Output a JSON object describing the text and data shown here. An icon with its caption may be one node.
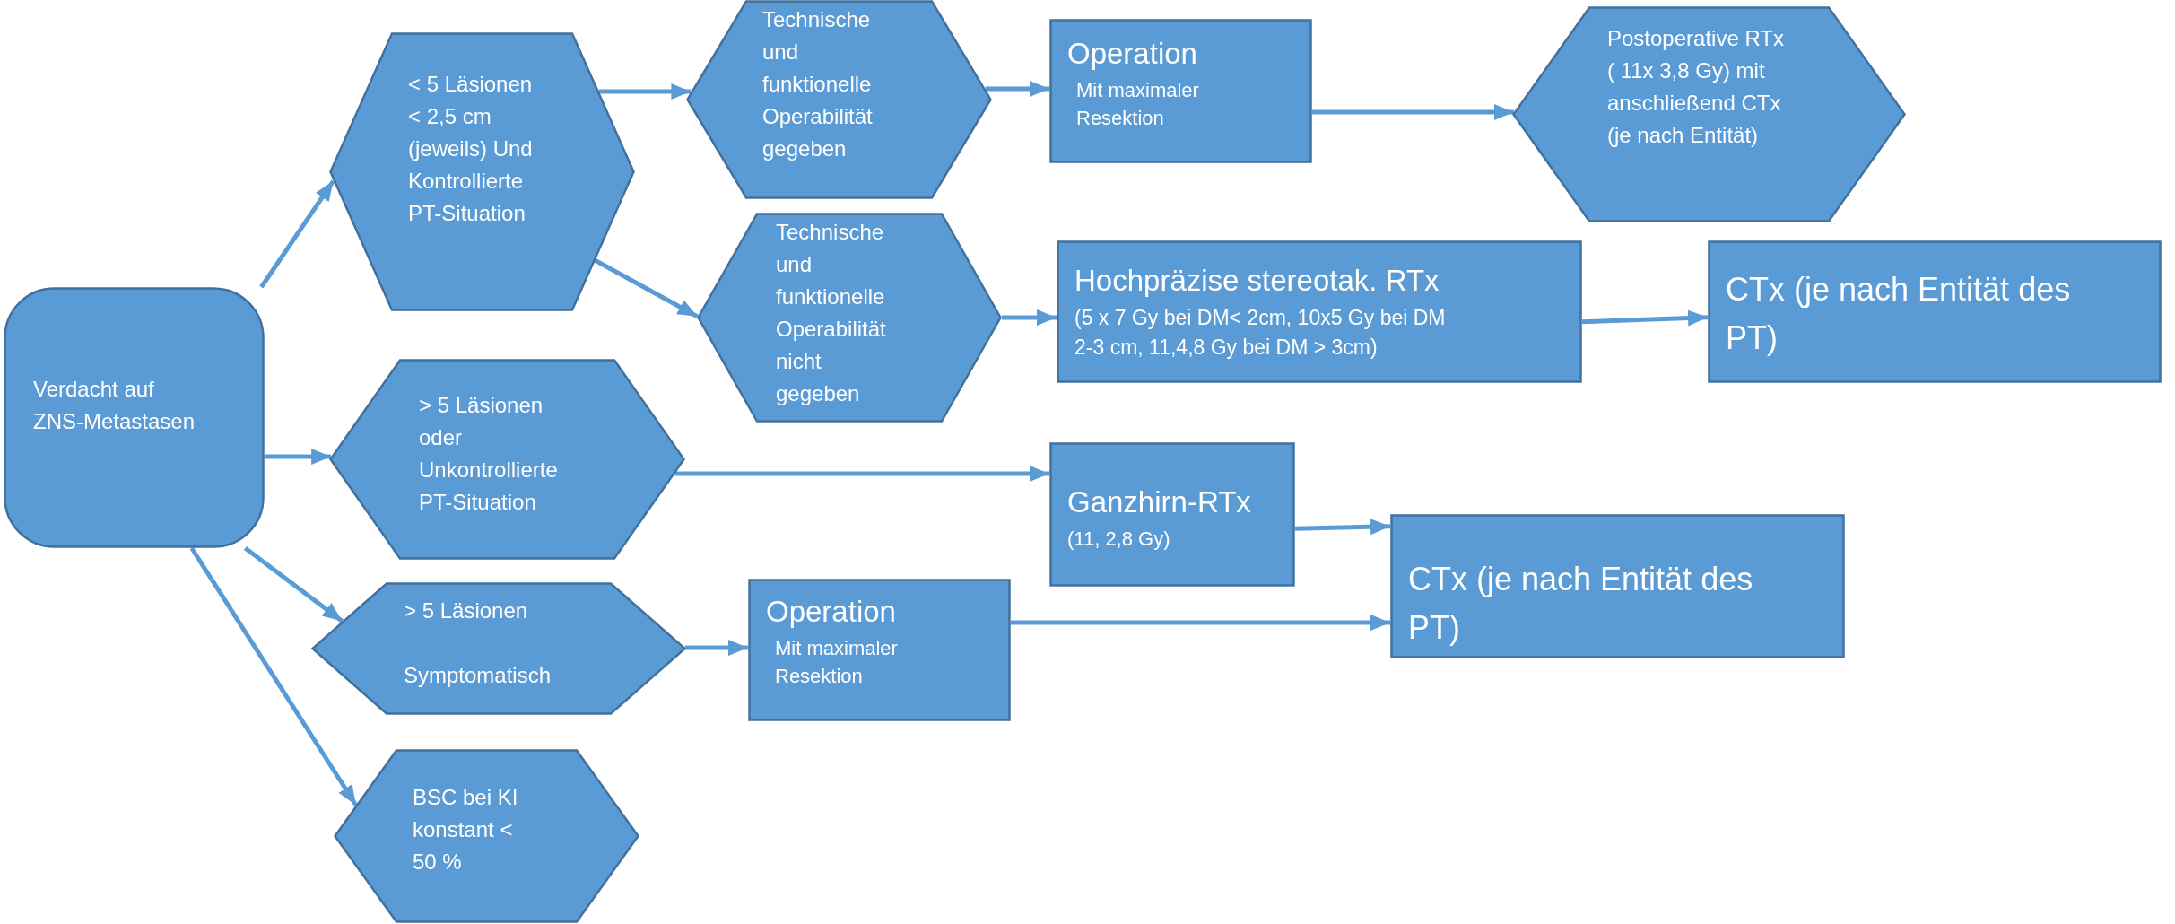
{
  "diagram": {
    "nodes": [
      {
        "text": [
          "Verdacht auf ZNS-Metastasen"
        ]
      },
      {
        "text": [
          "< 5 Läsionen < 2,5 cm (jeweils) Und Kontrollierte PT-Situation"
        ]
      },
      {
        "text": [
          "Technische und funktionelle Operabilität gegeben"
        ]
      },
      {
        "text": [
          "Technische und funktionelle Operabilität nicht gegeben"
        ]
      },
      {
        "text": [
          "> 5 Läsionen oder Unkontrollierte PT-Situation"
        ]
      },
      {
        "text": [
          "> 5 Läsionen",
          "Symptomatisch"
        ]
      },
      {
        "text": [
          "BSC bei KI konstant < 50 %"
        ]
      },
      {
        "text": [
          "Operation",
          "Mit maximaler Resektion"
        ]
      },
      {
        "text": [
          "Hochpräzise stereotak. RTx",
          "(5 x 7 Gy bei DM< 2cm, 10x5 Gy bei DM 2-3 cm, 11,4,8 Gy bei DM > 3cm)"
        ]
      },
      {
        "text": [
          "Ganzhirn-RTx",
          "(11, 2,8 Gy)"
        ]
      },
      {
        "text": [
          "Operation",
          "Mit maximaler Resektion"
        ]
      },
      {
        "text": [
          "Postoperative RTx ( 11x 3,8 Gy) mit anschließend CTx (je nach Entität)"
        ]
      },
      {
        "text": [
          "CTx (je nach Entität des PT)"
        ]
      },
      {
        "text": [
          "CTx (je nach Entität des PT)"
        ]
      }
    ],
    "edges": [
      {
        "from": 0,
        "to": 1,
        "arrow": "to"
      },
      {
        "from": 1,
        "to": 2,
        "arrow": "to"
      },
      {
        "from": 1,
        "to": 3,
        "arrow": "to"
      },
      {
        "from": 2,
        "to": 7,
        "arrow": "to"
      },
      {
        "from": 7,
        "to": 11,
        "arrow": "to"
      },
      {
        "from": 3,
        "to": 8,
        "arrow": "to"
      },
      {
        "from": 8,
        "to": 12,
        "arrow": "to"
      },
      {
        "from": 0,
        "to": 4,
        "arrow": "to"
      },
      {
        "from": 4,
        "to": 9,
        "arrow": "to"
      },
      {
        "from": 9,
        "to": 13,
        "arrow": "to"
      },
      {
        "from": 0,
        "to": 5,
        "arrow": "to"
      },
      {
        "from": 5,
        "to": 10,
        "arrow": "to"
      },
      {
        "from": 10,
        "to": 13,
        "arrow": "to"
      },
      {
        "from": 0,
        "to": 6,
        "arrow": "to"
      }
    ]
  }
}
